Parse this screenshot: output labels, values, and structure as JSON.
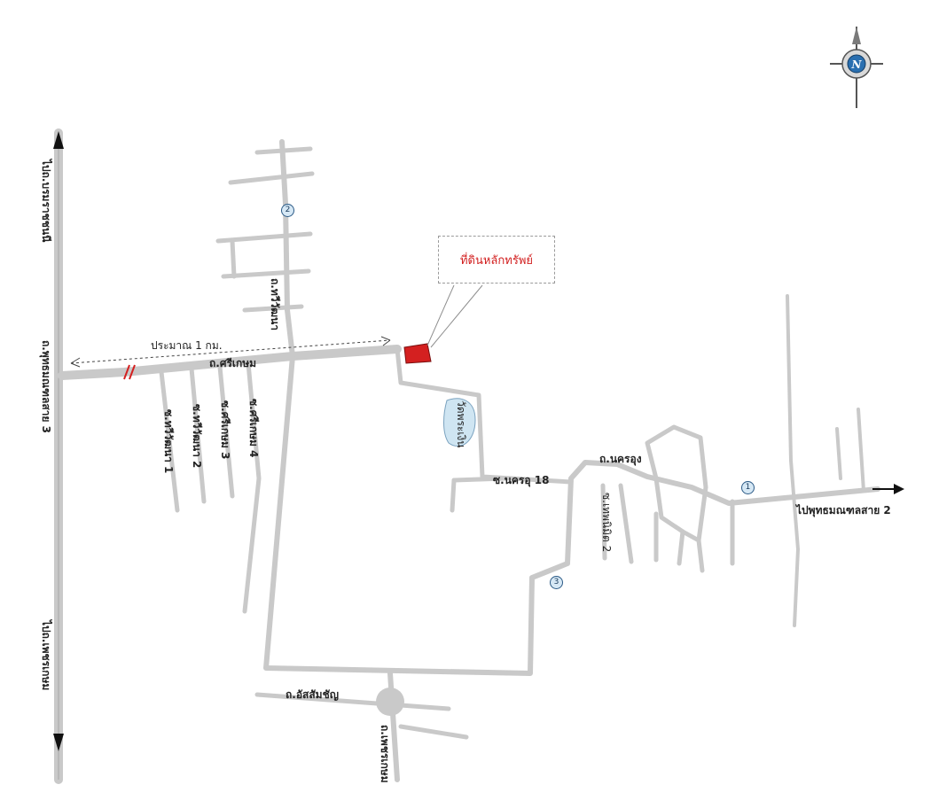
{
  "compass": {
    "letter": "N",
    "icon": "compass-rose-icon"
  },
  "callout": {
    "text": "ที่ดินหลักทรัพย์"
  },
  "distance": {
    "text": "ประมาณ 1 กม."
  },
  "roads": {
    "left_highway_top": "ไปถ.บรมราชชนนี",
    "left_highway_mid": "ถ.พุทธมณฑลสาย 3",
    "left_highway_bottom": "ไปถ.เพชรเกษม",
    "thawiwatthana": "ถ.ทวีวัฒนา",
    "rim_khlong": "ถ.ศรีเกษม",
    "soi_1": "ซ.ทวีวัฒนา 1",
    "soi_2": "ซ.ทวีวัฒนา 2",
    "soi_3": "ซ.ศรีเกษม 3",
    "soi_4": "ซ.ศรีเกษม 4",
    "school": "วัดพระเงิน",
    "nakhon_18": "ซ.นครอุ 18",
    "nakhon": "ถ.นครอุง",
    "soi_right": "ซ.เทพนิมิต 2",
    "to_phutthamonthon": "ไปพุทธมณฑลสาย 2",
    "utthayan": "ถ.อัสสัมชัญ",
    "south": "ถ.เพชรเกษม"
  },
  "markers": [
    "1",
    "2",
    "3"
  ],
  "colors": {
    "road": "#c9c9c9",
    "highlight": "#d42020",
    "water": "#cfe5f2"
  }
}
